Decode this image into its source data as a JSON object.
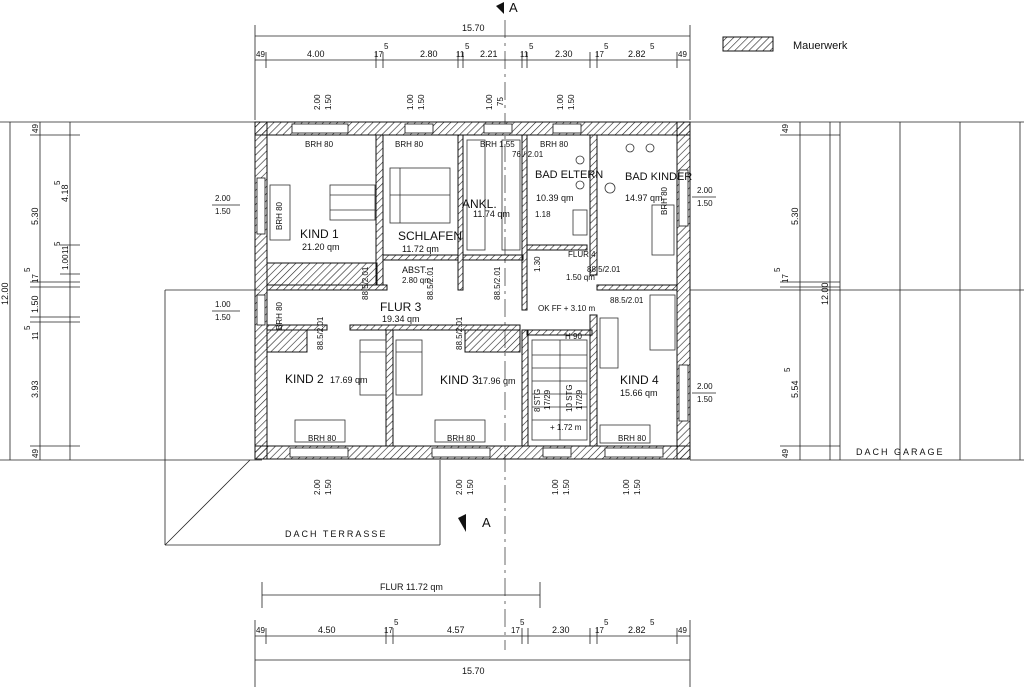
{
  "legend": {
    "label": "Mauerwerk"
  },
  "section_marker": {
    "letter": "A"
  },
  "top_dims": {
    "total": "15.70",
    "segments": [
      "49",
      "4.00",
      "17",
      "2.80",
      "11",
      "2.21",
      "11",
      "2.30",
      "17",
      "2.82",
      "49"
    ],
    "superscript": "5"
  },
  "bottom_dims": {
    "total": "15.70",
    "segments": [
      "49",
      "4.50",
      "17",
      "4.57",
      "17",
      "2.30",
      "17",
      "2.82",
      "49"
    ],
    "superscript": "5",
    "flur_label": "FLUR 11.72 qm"
  },
  "left_dims": {
    "total": "12.00",
    "segments": [
      "49",
      "5.30",
      "4.18",
      "1.00",
      "11",
      "17",
      "1.50",
      "11",
      "3.93",
      "49"
    ],
    "superscript": "5"
  },
  "right_dims": {
    "total": "12.00",
    "segments": [
      "49",
      "5.30",
      "17",
      "5.54",
      "49"
    ],
    "superscript": "5"
  },
  "windows": {
    "w200_150": [
      "2.00",
      "1.50"
    ],
    "w100_150": [
      "1.00",
      "1.50"
    ],
    "w100_75": [
      "1.00",
      "75"
    ]
  },
  "brh": [
    "BRH 80",
    "BRH 80",
    "BRH 1.55",
    "BRH 80",
    "BRH 80",
    "BRH 80",
    "BRH 80",
    "BRH 80",
    "BRH 80",
    "BRH 80"
  ],
  "rooms": [
    {
      "name": "KIND 1",
      "area": "21.20 qm"
    },
    {
      "name": "SCHLAFEN",
      "area": "11.72 qm"
    },
    {
      "name": "ANKL.",
      "area": "11.74 qm"
    },
    {
      "name": "BAD ELTERN",
      "area": "10.39 qm"
    },
    {
      "name": "BAD KINDER",
      "area": "14.97 qm"
    },
    {
      "name": "FLUR 3",
      "area": "19.34 qm"
    },
    {
      "name": "ABST.",
      "area": "2.80 qm"
    },
    {
      "name": "FLUR 4",
      "area": "1.50 qm"
    },
    {
      "name": "KIND 2",
      "area": "17.69 qm"
    },
    {
      "name": "KIND 3",
      "area": "17.96 qm"
    },
    {
      "name": "KIND 4",
      "area": "15.66 qm"
    }
  ],
  "doors": [
    "88.5/2.01",
    "88.5/2.01",
    "88.5/2.01",
    "88.5/2.01",
    "88.5/2.01",
    "88.5/2.01",
    "76 / 2.01",
    "88.5/2.01"
  ],
  "misc": {
    "okff": "OK FF + 3.10 m",
    "h90": "H 90",
    "stg_left": "8 STG",
    "stg_left_dim": "17/29",
    "stg_right": "10 STG",
    "stg_right_dim": "17/29",
    "level": "+ 1.72 m",
    "bath_dim": "1.18",
    "bath_dim2": "1.30",
    "dach_garage": "DACH GARAGE",
    "dach_terrasse": "DACH TERRASSE"
  }
}
